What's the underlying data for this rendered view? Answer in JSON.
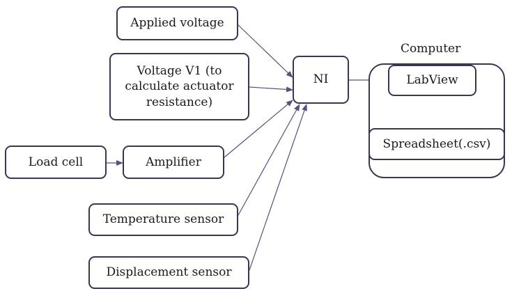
{
  "nodes": {
    "applied_voltage": "Applied voltage",
    "voltage_v1": "Voltage V1 (to calculate actuator resistance)",
    "load_cell": "Load cell",
    "amplifier": "Amplifier",
    "temperature_sensor": "Temperature sensor",
    "displacement_sensor": "Displacement sensor",
    "ni": "NI",
    "labview": "LabView",
    "spreadsheet": "Spreadsheet(.csv)"
  },
  "groups": {
    "computer": "Computer"
  },
  "colors": {
    "box_border": "#3a3550",
    "arrow": "#55527a"
  }
}
